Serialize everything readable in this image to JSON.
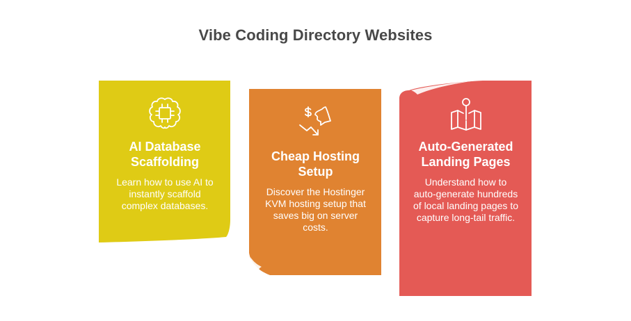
{
  "title": "Vibe Coding Directory Websites",
  "colors": {
    "card_1": "#dfcb15",
    "card_2": "#e08331",
    "card_3": "#e45a55",
    "title_text": "#484848",
    "card_text": "#ffffff"
  },
  "cards": [
    {
      "icon": "brain-chip-icon",
      "title": "AI Database Scaffolding",
      "description": "Learn how to use AI to instantly scaffold complex databases."
    },
    {
      "icon": "cost-down-server-icon",
      "title": "Cheap Hosting Setup",
      "description": "Discover the Hostinger KVM hosting setup that saves big on server costs."
    },
    {
      "icon": "map-pin-icon",
      "title": "Auto-Generated Landing Pages",
      "description": "Understand how to auto-generate hundreds of local landing pages to capture long-tail traffic."
    }
  ]
}
